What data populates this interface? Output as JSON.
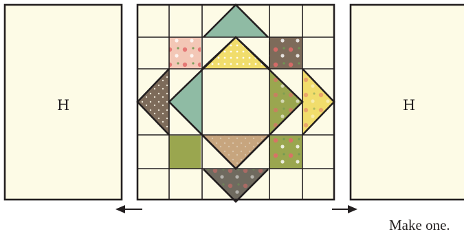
{
  "diagram": {
    "left_panel_label": "H",
    "right_panel_label": "H",
    "caption": "Make one."
  },
  "colors": {
    "background": "#fdfbe6",
    "outline": "#231f20",
    "aqua": "#8fbba4",
    "yellow": "#f1dd6c",
    "brown": "#7d6b5a",
    "pink": "#f3c7b6",
    "green": "#9aa64f",
    "tan": "#c7a57e",
    "gray": "#6f6a5f"
  }
}
